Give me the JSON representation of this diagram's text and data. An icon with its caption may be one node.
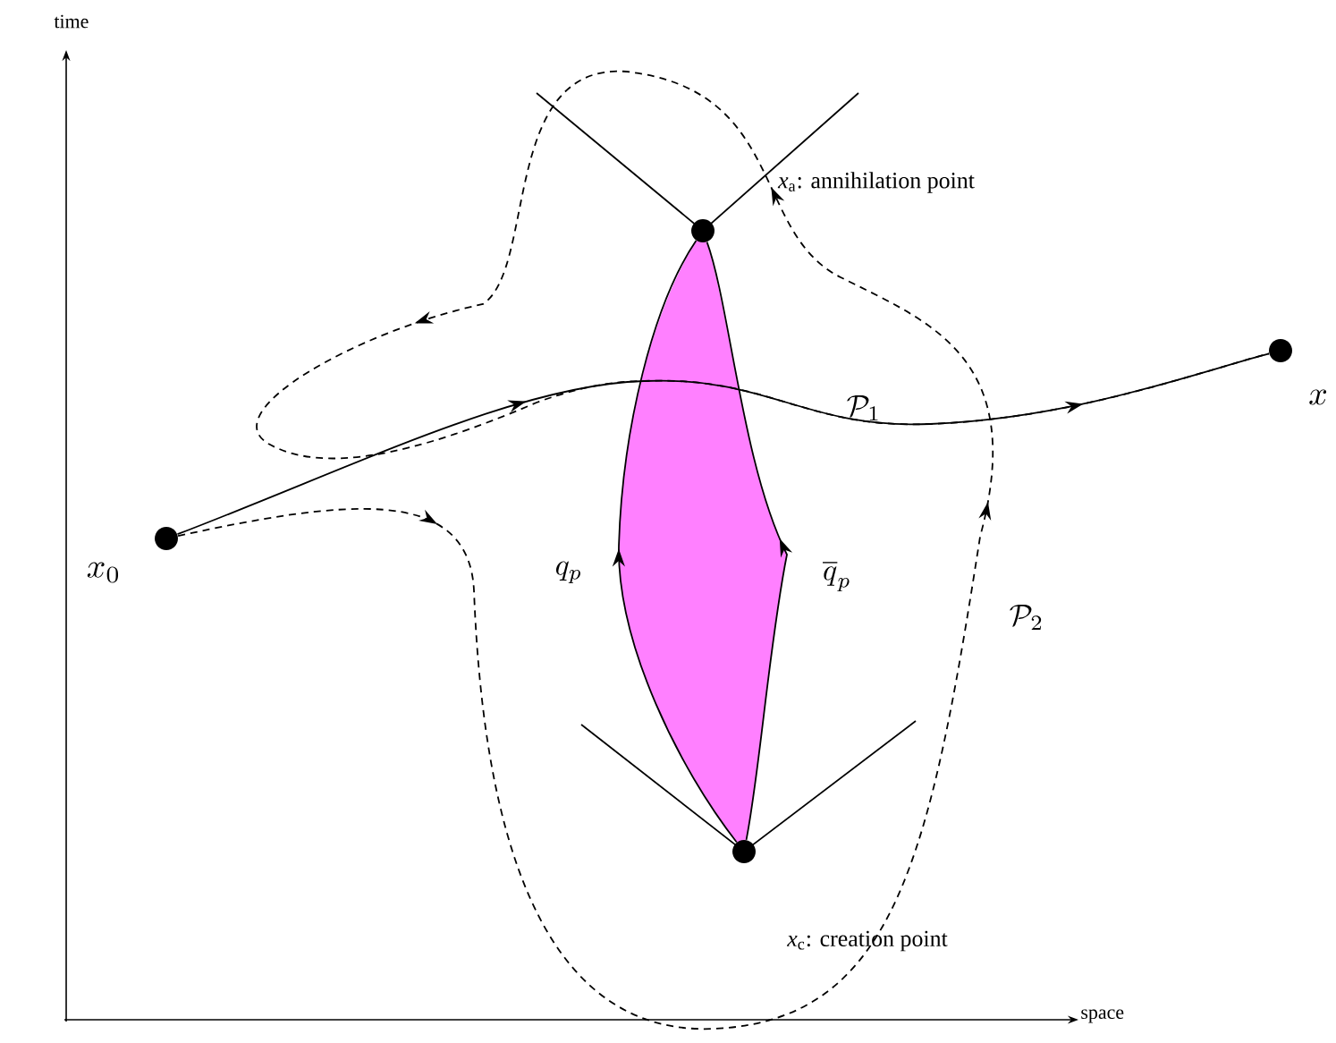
{
  "diagram": {
    "nodes": [
      {
        "text": [],
        "shape": "circle",
        "beside": [
          "x_0"
        ]
      },
      {
        "text": [],
        "shape": "circle",
        "beside": [
          "x"
        ]
      },
      {
        "text": [],
        "shape": "circle",
        "beside": [
          "*x*$_{a}$: annihilation point"
        ]
      },
      {
        "text": [],
        "shape": "circle",
        "beside": [
          "*x*$_{c}$: creation point"
        ]
      }
    ],
    "edges": [
      {
        "from": 0,
        "to": 1,
        "arrow": "to",
        "label": "\\mathcal{P}_1"
      },
      {
        "from": 0,
        "to": 1,
        "arrow": "to",
        "label": "\\mathcal{P}_2",
        "style": "dashed"
      },
      {
        "from": 3,
        "to": 2,
        "arrow": "to",
        "label": "q_p"
      },
      {
        "from": 3,
        "to": 2,
        "arrow": "to",
        "label": "\\overline{q}_p"
      }
    ],
    "labels": [
      "time",
      "space"
    ]
  }
}
